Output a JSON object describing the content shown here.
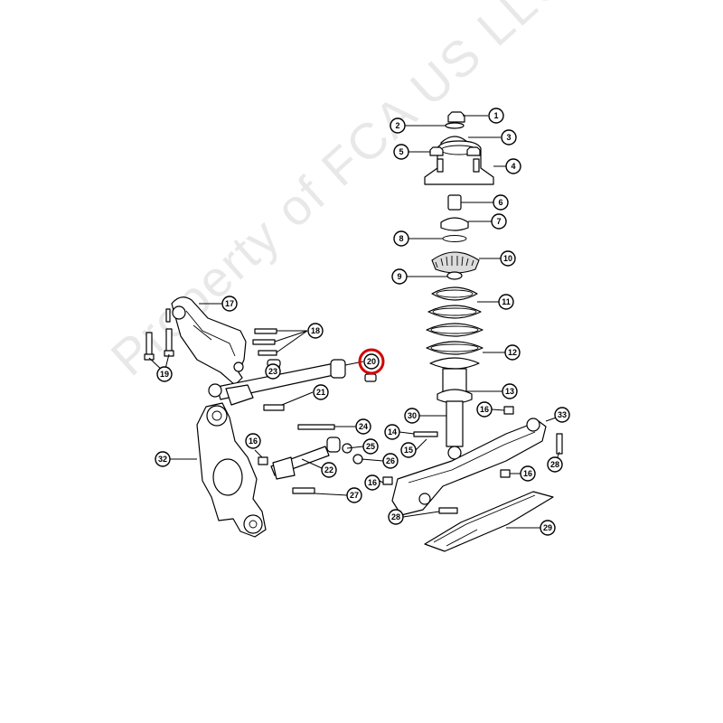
{
  "diagram": {
    "watermark": "Property of FCA US LLC",
    "highlight_color": "#d40000",
    "highlighted_callout": "20",
    "callouts": {
      "c1": "1",
      "c2": "2",
      "c3": "3",
      "c4": "4",
      "c5": "5",
      "c6": "6",
      "c7": "7",
      "c8": "8",
      "c9": "9",
      "c10": "10",
      "c11": "11",
      "c12": "12",
      "c13": "13",
      "c14": "14",
      "c15": "15",
      "c16a": "16",
      "c16b": "16",
      "c16c": "16",
      "c16d": "16",
      "c17": "17",
      "c18": "18",
      "c19": "19",
      "c20": "20",
      "c21": "21",
      "c22": "22",
      "c23": "23",
      "c24": "24",
      "c25": "25",
      "c26": "26",
      "c27": "27",
      "c28a": "28",
      "c28b": "28",
      "c29": "29",
      "c30": "30",
      "c32": "32",
      "c33": "33"
    }
  }
}
